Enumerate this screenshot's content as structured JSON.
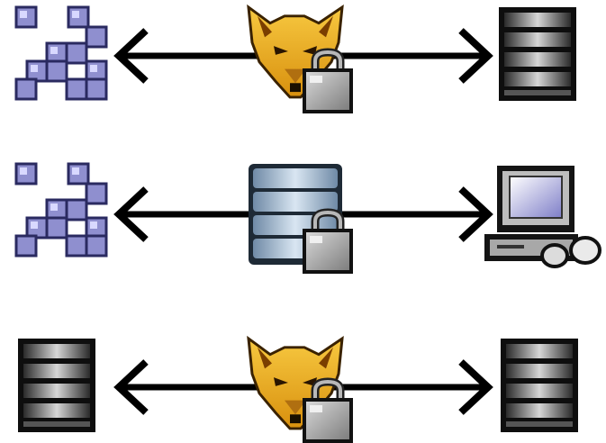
{
  "diagram": {
    "rows": [
      {
        "left": {
          "icon": "network-icon"
        },
        "middle": {
          "icon": "fox-vpn-icon",
          "badge": "padlock-icon"
        },
        "right": {
          "icon": "server-icon"
        },
        "connector": "double-arrow"
      },
      {
        "left": {
          "icon": "network-icon"
        },
        "middle": {
          "icon": "database-icon",
          "badge": "padlock-icon"
        },
        "right": {
          "icon": "computer-icon"
        },
        "connector": "double-arrow"
      },
      {
        "left": {
          "icon": "server-icon"
        },
        "middle": {
          "icon": "fox-vpn-icon",
          "badge": "padlock-icon"
        },
        "right": {
          "icon": "server-icon"
        },
        "connector": "double-arrow"
      }
    ],
    "colors": {
      "arrow": "#000000",
      "network_fill": "#8f8fcf",
      "network_outline": "#2a2a60",
      "fox_fill": "#f2b21c",
      "fox_shade": "#b06f10",
      "server_dark": "#1a1a1a",
      "server_light": "#c8c8c8",
      "database_fill": "#9fb6cc",
      "padlock_body": "#a8a8a8"
    }
  }
}
